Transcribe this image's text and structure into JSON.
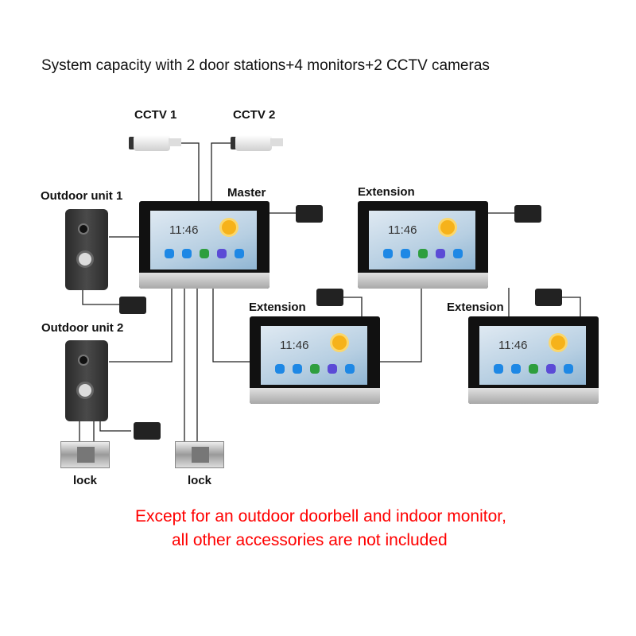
{
  "title": "System capacity with 2 door stations+4 monitors+2 CCTV cameras",
  "labels": {
    "cctv1": "CCTV 1",
    "cctv2": "CCTV 2",
    "outdoor1": "Outdoor unit 1",
    "outdoor2": "Outdoor unit 2",
    "master": "Master",
    "extension_top": "Extension",
    "extension_mid": "Extension",
    "extension_right": "Extension",
    "lock1": "lock",
    "lock2": "lock"
  },
  "monitor_screen": {
    "time": "11:46"
  },
  "note": {
    "line1": "Except for an outdoor doorbell and indoor monitor,",
    "line2": "all other accessories are not included"
  },
  "colors": {
    "note": "#ff0000",
    "app_icons": [
      "#1e88e5",
      "#1e88e5",
      "#2e9e3e",
      "#5b4bd6",
      "#1e88e5"
    ]
  }
}
